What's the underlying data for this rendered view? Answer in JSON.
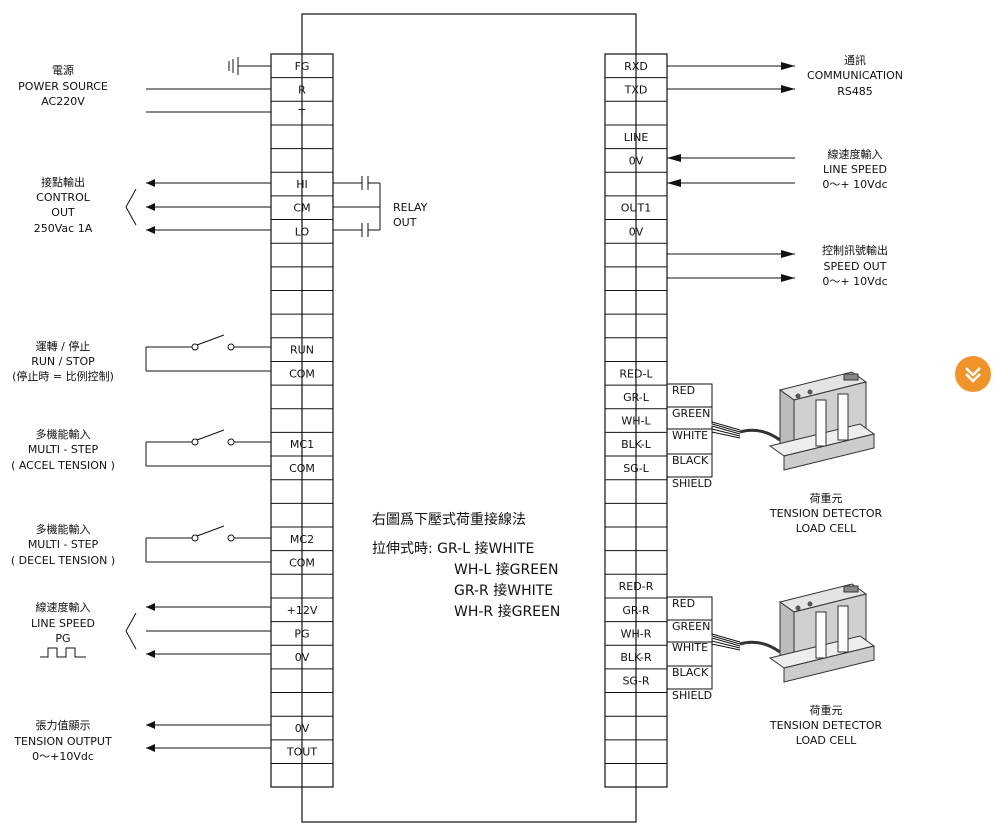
{
  "left_terminals": [
    "FG",
    "R",
    "T",
    "",
    "",
    "HI",
    "CM",
    "LO",
    "",
    "",
    "",
    "",
    "RUN",
    "COM",
    "",
    "",
    "MC1",
    "COM",
    "",
    "",
    "MC2",
    "COM",
    "",
    "+12V",
    "PG",
    "0V",
    "",
    "",
    "0V",
    "TOUT",
    ""
  ],
  "right_terminals": [
    "RXD",
    "TXD",
    "",
    "LINE",
    "0V",
    "",
    "OUT1",
    "0V",
    "",
    "",
    "",
    "",
    "",
    "RED-L",
    "GR-L",
    "WH-L",
    "BLK-L",
    "SG-L",
    "",
    "",
    "",
    "",
    "RED-R",
    "GR-R",
    "WH-R",
    "BLK-R",
    "SG-R",
    "",
    "",
    "",
    ""
  ],
  "left_labels": {
    "power": [
      "電源",
      "POWER SOURCE",
      "AC220V"
    ],
    "control": [
      "接點輸出",
      "CONTROL",
      "OUT",
      "250Vac 1A"
    ],
    "run_stop": [
      "運轉 / 停止",
      "RUN / STOP",
      "(停止時 = 比例控制)"
    ],
    "accel": [
      "多機能輸入",
      "MULTI - STEP",
      "( ACCEL TENSION )"
    ],
    "decel": [
      "多機能輸入",
      "MULTI - STEP",
      "( DECEL TENSION )"
    ],
    "line_speed_pg": [
      "線速度輸入",
      "LINE SPEED",
      "PG"
    ],
    "tension_out": [
      "張力值顯示",
      "TENSION OUTPUT",
      "0〜+10Vdc"
    ]
  },
  "relay_label": [
    "RELAY",
    "OUT"
  ],
  "right_labels": {
    "comm": [
      "通訊",
      "COMMUNICATION",
      "RS485"
    ],
    "line_speed": [
      "線速度輸入",
      "LINE SPEED",
      "0〜+ 10Vdc"
    ],
    "speed_out": [
      "控制訊號輸出",
      "SPEED OUT",
      "0〜+ 10Vdc"
    ],
    "load_cell": [
      "荷重元",
      "TENSION DETECTOR",
      "LOAD CELL"
    ]
  },
  "wire_colors": [
    "RED",
    "GREEN",
    "WHITE",
    "BLACK",
    "SHIELD"
  ],
  "center_note": {
    "title": "右圖爲下壓式荷重接線法",
    "line1": "拉伸式時: GR-L  接WHITE",
    "line2": "WH-L 接GREEN",
    "line3": "GR-R  接WHITE",
    "line4": "WH-R 接GREEN"
  },
  "colors": {
    "line": "#111111",
    "accent": "#f0932a"
  },
  "icons": {
    "nav": "chevron-double-down-icon"
  }
}
